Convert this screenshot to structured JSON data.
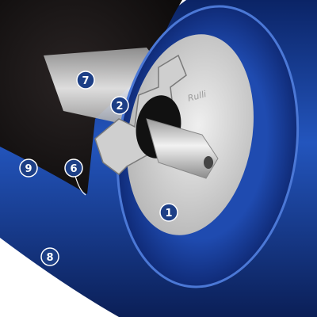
{
  "colors": {
    "roller_blue": "#1f49a8",
    "roller_blue_dark": "#0f2c78",
    "roller_blue_light": "#3f6fd0",
    "tube_interior": "#151212",
    "shaft": "#c9c9c9",
    "housing": "#d6d6d6",
    "callout_fill": "#1d3f86",
    "callout_text": "#ffffff"
  },
  "callouts": [
    {
      "id": "c1",
      "label": "1"
    },
    {
      "id": "c2",
      "label": "2"
    },
    {
      "id": "c6",
      "label": "6"
    },
    {
      "id": "c7",
      "label": "7"
    },
    {
      "id": "c8",
      "label": "8"
    },
    {
      "id": "c9",
      "label": "9"
    }
  ],
  "logo_text": "Rulli"
}
